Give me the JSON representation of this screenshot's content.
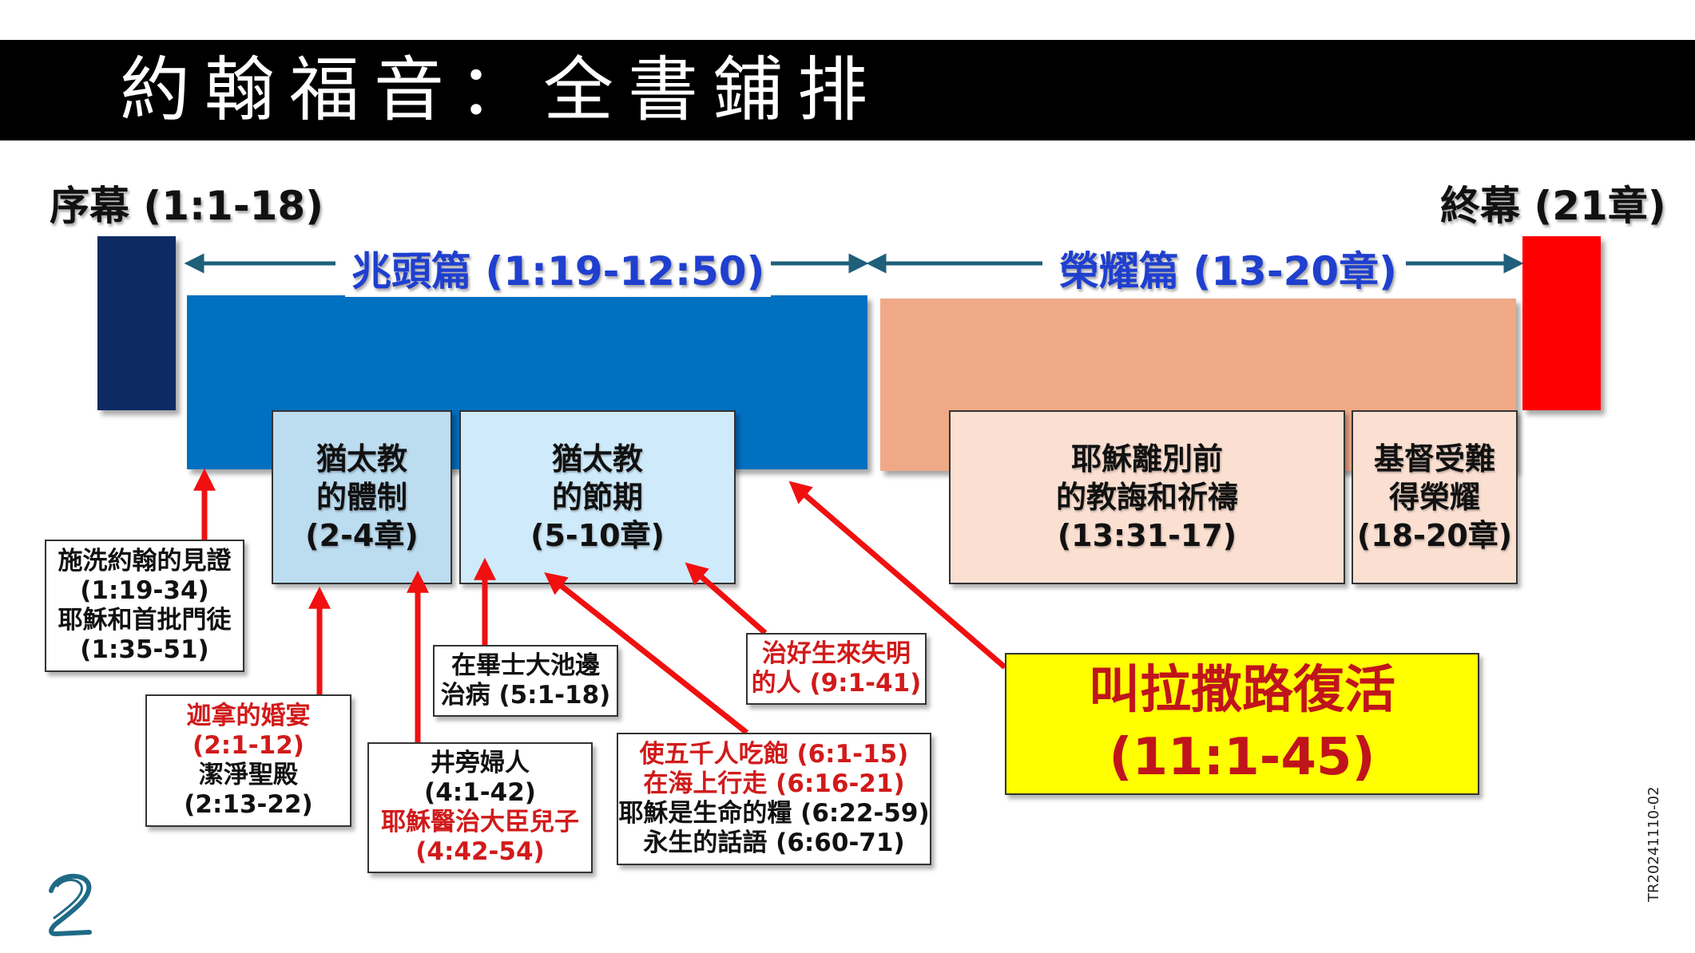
{
  "title": "約翰福音：全書鋪排",
  "prologue_label": "序幕 (1:1-18)",
  "epilogue_label": "終幕 (21章)",
  "book_of_signs_label": "兆頭篇 (1:19-12:50)",
  "book_of_glory_label": "榮耀篇 (13-20章)",
  "sub_blocks": {
    "judaism_system": [
      "猶太教",
      "的體制",
      "(2-4章)"
    ],
    "judaism_feasts": [
      "猶太教",
      "的節期",
      "(5-10章)"
    ],
    "farewell": [
      "耶穌離別前",
      "的教誨和祈禱",
      "(13:31-17)"
    ],
    "passion": [
      "基督受難",
      "得榮耀",
      "(18-20章)"
    ]
  },
  "callouts": {
    "baptist": [
      "施洗約翰的見證",
      "(1:19-34)",
      "耶穌和首批門徒",
      "(1:35-51)"
    ],
    "cana": [
      {
        "text": "迦拿的婚宴",
        "red": true
      },
      {
        "text": "(2:1-12)",
        "red": true
      },
      {
        "text": "潔淨聖殿",
        "red": false
      },
      {
        "text": "(2:13-22)",
        "red": false
      }
    ],
    "well": [
      {
        "text": "井旁婦人",
        "red": false
      },
      {
        "text": "(4:1-42)",
        "red": false
      },
      {
        "text": "耶穌醫治大臣兒子",
        "red": true
      },
      {
        "text": "(4:42-54)",
        "red": true
      }
    ],
    "bethesda": [
      "在畢士大池邊",
      "治病 (5:1-18)"
    ],
    "feeding": [
      {
        "text": "使五千人吃飽 (6:1-15)",
        "red": true
      },
      {
        "text": "在海上行走 (6:16-21)",
        "red": true
      },
      {
        "text": "耶穌是生命的糧 (6:22-59)",
        "red": false
      },
      {
        "text": "永生的話語 (6:60-71)",
        "red": false
      }
    ],
    "blind": [
      "治好生來失明",
      "的人 (9:1-41)"
    ],
    "lazarus": [
      "叫拉撒路復活",
      "(11:1-45)"
    ]
  },
  "watermark": "TR20241110-02",
  "colors": {
    "prologue_block": "#0d2a63",
    "signs_block": "#0070c0",
    "signs_label": "#1f3fcf",
    "glory_block": "#f0a987",
    "glory_label": "#1f3fcf",
    "epilogue_block": "#ff0000",
    "sub_signs_1": "#bcdcf0",
    "sub_signs_2": "#cfeafa",
    "sub_glory": "#fbe0d2",
    "arrow_red": "#f01010",
    "arrow_nav": "#1f5f7a",
    "lazarus_bg": "#ffff00",
    "lazarus_text": "#c0141c"
  }
}
